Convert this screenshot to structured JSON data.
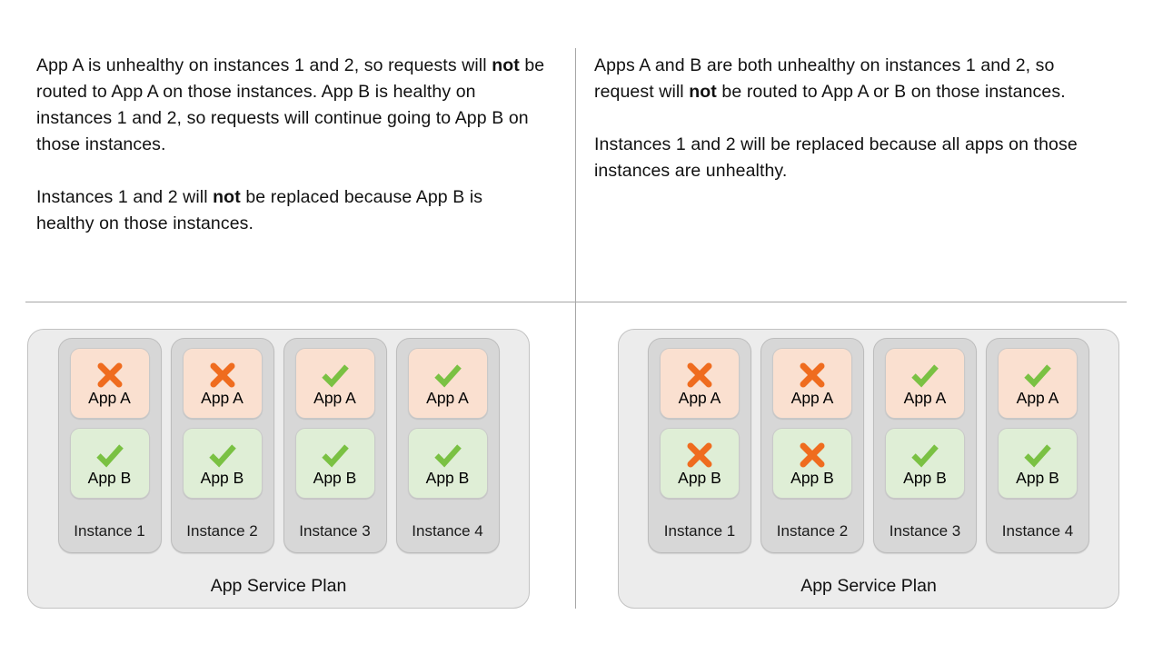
{
  "layout": {
    "background": "#ffffff",
    "divider_color": "#a6a6a6"
  },
  "colors": {
    "app_a_card": "#fae0d0",
    "app_b_card": "#dfeed6",
    "instance_card": "#d7d7d7",
    "plan_card": "#ececec",
    "healthy_check": "#7ac143",
    "unhealthy_cross": "#ef6c1f",
    "text": "#111111"
  },
  "panels": [
    {
      "id": "left",
      "paragraphs": [
        {
          "runs": [
            {
              "text": "App A is unhealthy on instances 1 and 2, so requests will ",
              "bold": false
            },
            {
              "text": "not",
              "bold": true
            },
            {
              "text": " be routed to App A on those instances. App B is healthy on instances 1 and 2, so requests will continue going to App B on those instances.",
              "bold": false
            }
          ]
        },
        {
          "runs": [
            {
              "text": "Instances 1 and 2 will ",
              "bold": false
            },
            {
              "text": "not",
              "bold": true
            },
            {
              "text": " be replaced because App B is healthy on those instances.",
              "bold": false
            }
          ]
        }
      ],
      "plan": {
        "label": "App Service Plan",
        "instances": [
          {
            "label": "Instance 1",
            "apps": [
              {
                "name": "App A",
                "status": "unhealthy"
              },
              {
                "name": "App B",
                "status": "healthy"
              }
            ]
          },
          {
            "label": "Instance 2",
            "apps": [
              {
                "name": "App A",
                "status": "unhealthy"
              },
              {
                "name": "App B",
                "status": "healthy"
              }
            ]
          },
          {
            "label": "Instance 3",
            "apps": [
              {
                "name": "App A",
                "status": "healthy"
              },
              {
                "name": "App B",
                "status": "healthy"
              }
            ]
          },
          {
            "label": "Instance 4",
            "apps": [
              {
                "name": "App A",
                "status": "healthy"
              },
              {
                "name": "App B",
                "status": "healthy"
              }
            ]
          }
        ]
      }
    },
    {
      "id": "right",
      "paragraphs": [
        {
          "runs": [
            {
              "text": "Apps A and B are both unhealthy on instances 1 and 2, so request will ",
              "bold": false
            },
            {
              "text": "not",
              "bold": true
            },
            {
              "text": " be routed to App A or B on those instances.",
              "bold": false
            }
          ]
        },
        {
          "runs": [
            {
              "text": "Instances 1 and 2 will be replaced because all apps on those instances are unhealthy.",
              "bold": false
            }
          ]
        }
      ],
      "plan": {
        "label": "App Service Plan",
        "instances": [
          {
            "label": "Instance 1",
            "apps": [
              {
                "name": "App A",
                "status": "unhealthy"
              },
              {
                "name": "App B",
                "status": "unhealthy"
              }
            ]
          },
          {
            "label": "Instance 2",
            "apps": [
              {
                "name": "App A",
                "status": "unhealthy"
              },
              {
                "name": "App B",
                "status": "unhealthy"
              }
            ]
          },
          {
            "label": "Instance 3",
            "apps": [
              {
                "name": "App A",
                "status": "healthy"
              },
              {
                "name": "App B",
                "status": "healthy"
              }
            ]
          },
          {
            "label": "Instance 4",
            "apps": [
              {
                "name": "App A",
                "status": "healthy"
              },
              {
                "name": "App B",
                "status": "healthy"
              }
            ]
          }
        ]
      }
    }
  ],
  "icons": {
    "healthy": "check-icon",
    "unhealthy": "cross-icon"
  }
}
